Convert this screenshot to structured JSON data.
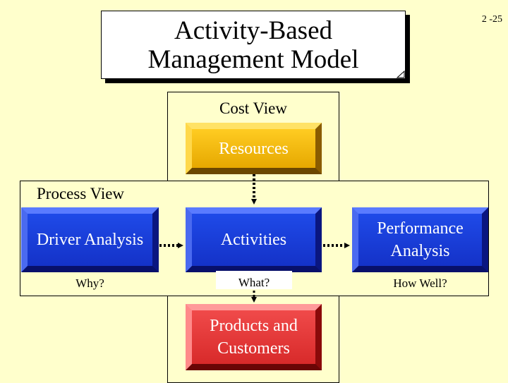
{
  "title": {
    "line1": "Activity-Based",
    "line2": "Management Model"
  },
  "page_number": "2 -25",
  "cost_view_label": "Cost View",
  "process_view_label": "Process View",
  "boxes": {
    "resources": "Resources",
    "driver_analysis": "Driver Analysis",
    "activities": "Activities",
    "performance_analysis": "Performance Analysis",
    "products_customers": "Products and Customers"
  },
  "questions": {
    "why": "Why?",
    "what": "What?",
    "how_well": "How Well?"
  },
  "colors": {
    "background": "#FFFFCC",
    "resources": "#FFCC22",
    "process_boxes": "#1F4AE8",
    "products": "#F04A4A"
  }
}
